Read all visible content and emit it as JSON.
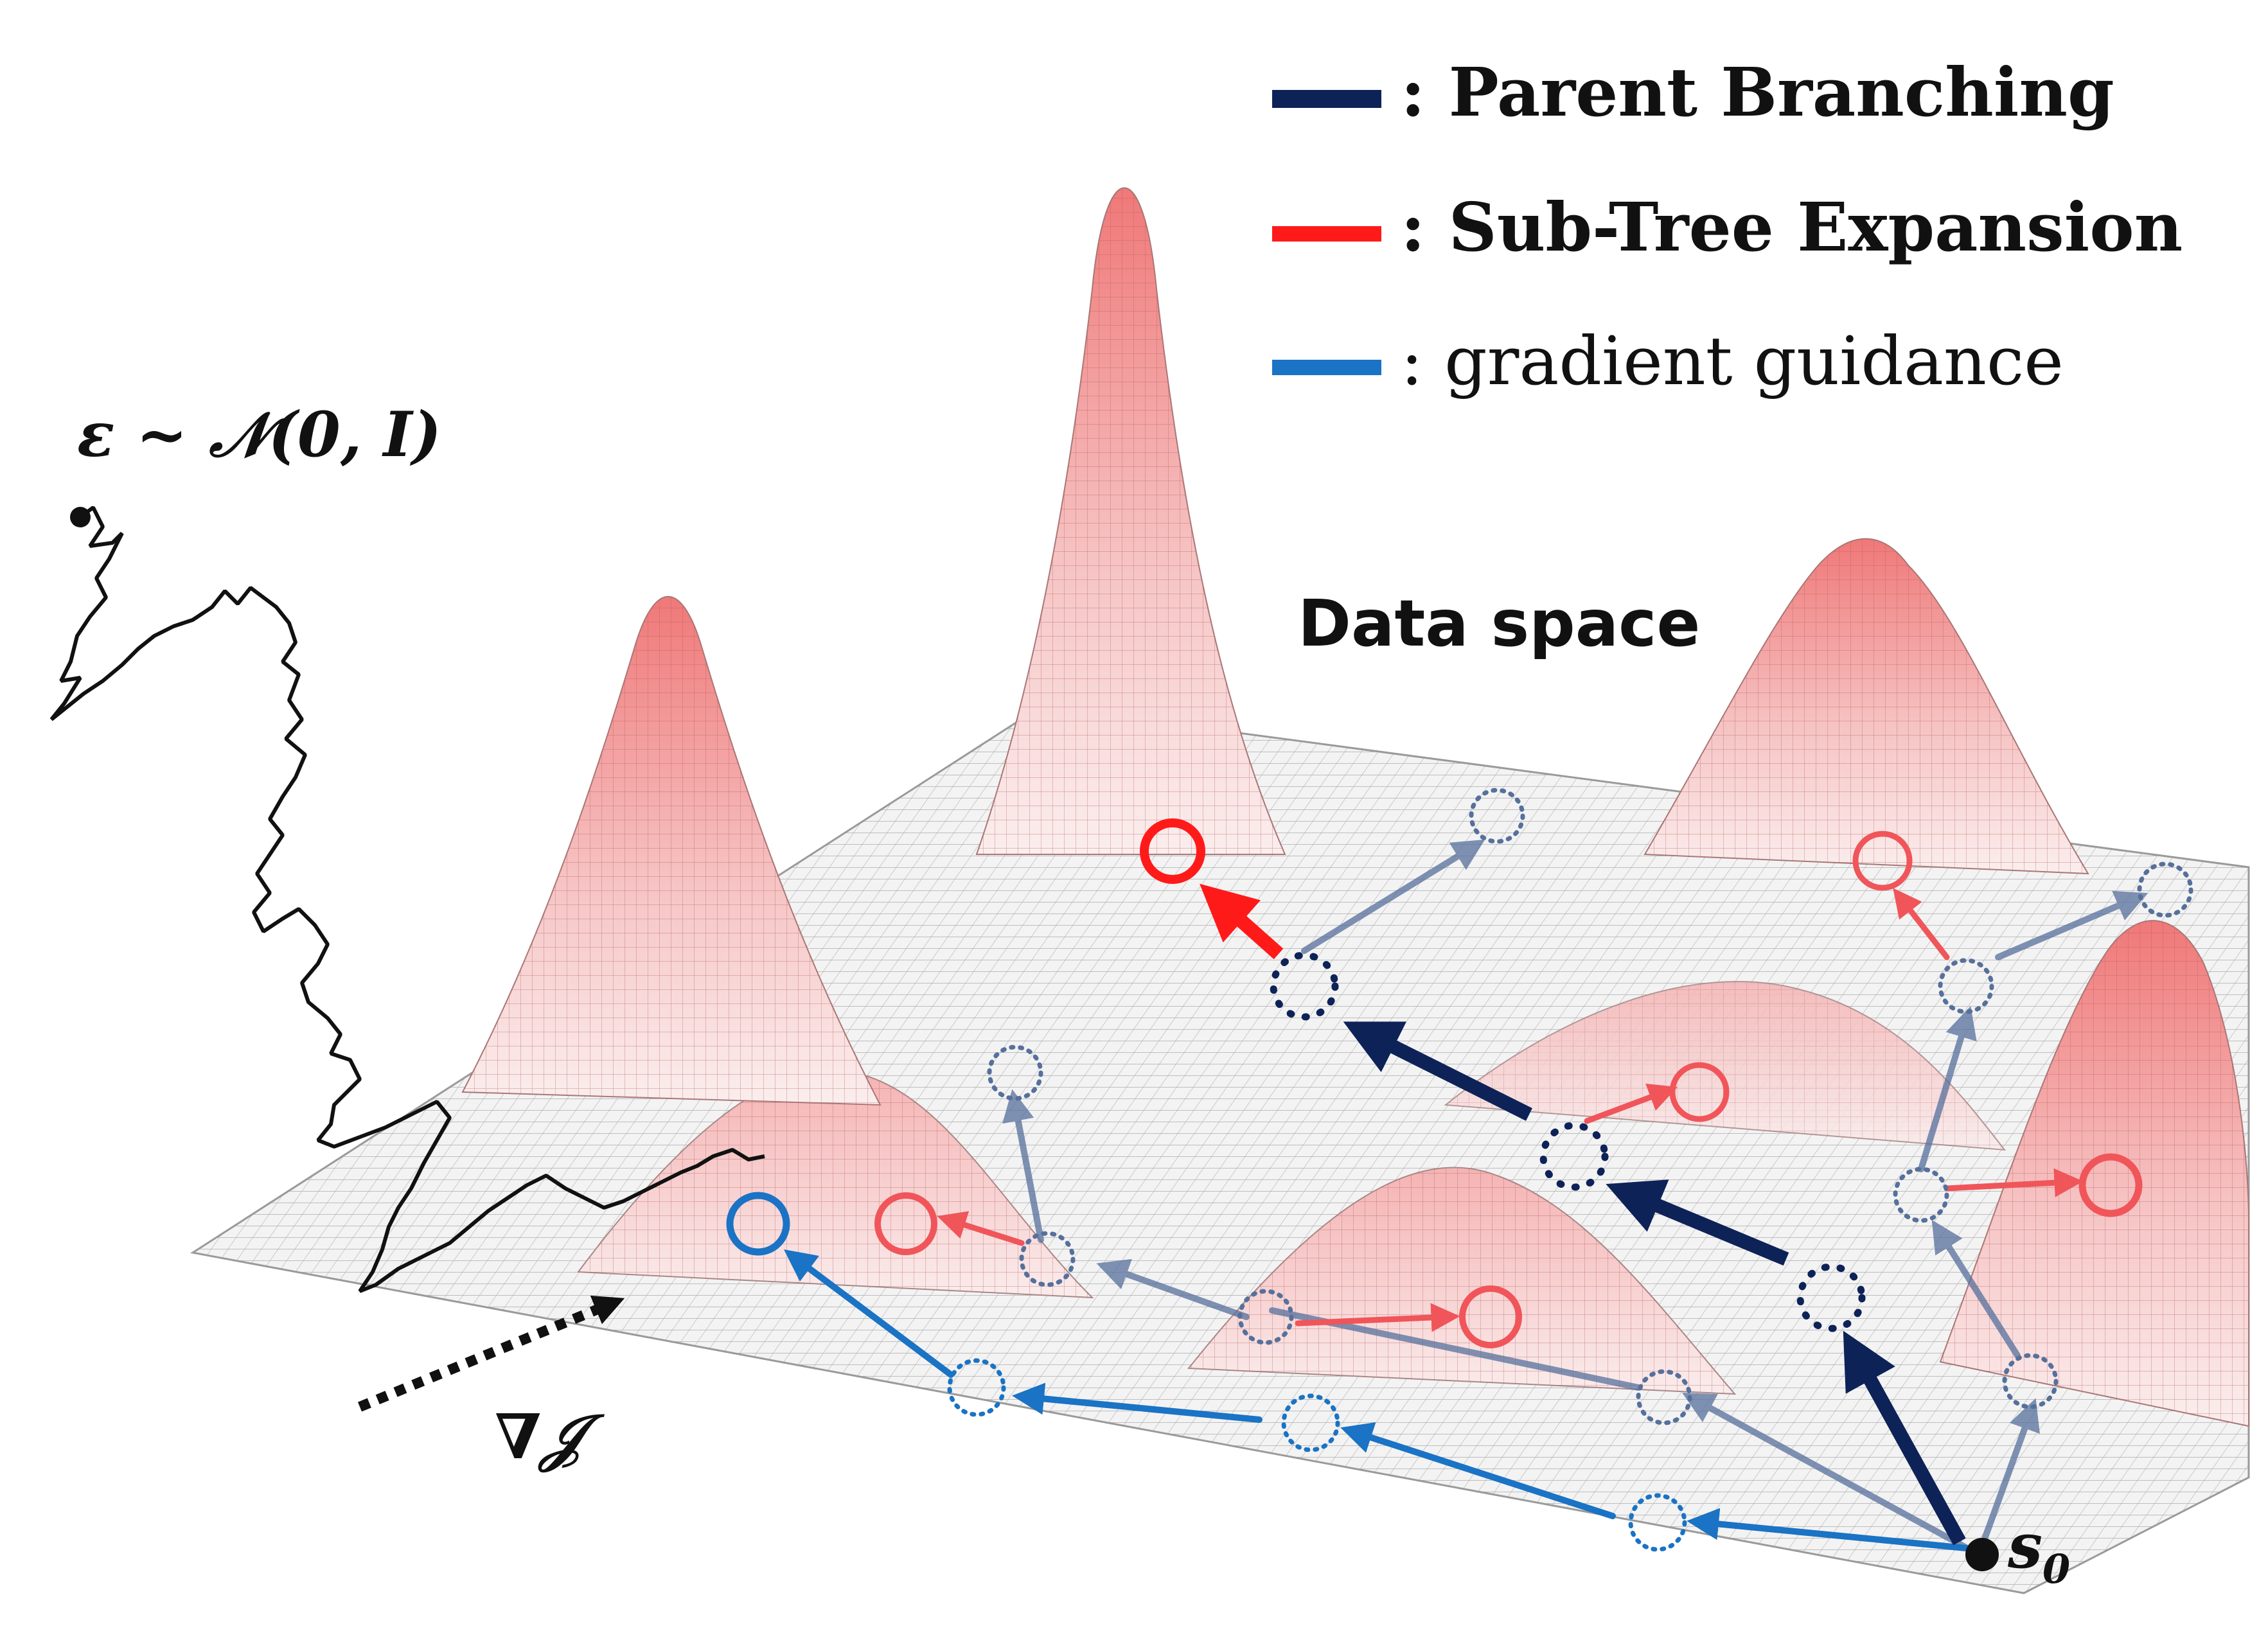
{
  "legend": [
    {
      "text": ": Parent Branching",
      "color": "#0d2257",
      "bold": true
    },
    {
      "text": ": Sub-Tree Expansion",
      "color": "#ff1a1a",
      "bold": true
    },
    {
      "text": ": gradient guidance",
      "color": "#1a73c4",
      "bold": false
    }
  ],
  "labels": {
    "data_space": "Data space",
    "noise": "ε ~ 𝒩(0, I)",
    "grad": "∇𝒥",
    "start": "s",
    "start_sub": "0"
  },
  "colors": {
    "parent": "#0d2257",
    "subtree": "#ff1a1a",
    "subtree_faded": "#f0555a",
    "gradient": "#1a73c4",
    "branch_faded": "#56709c",
    "surface_mesh": "#8a8a8a",
    "peak_fill": "#f3a0a0"
  }
}
